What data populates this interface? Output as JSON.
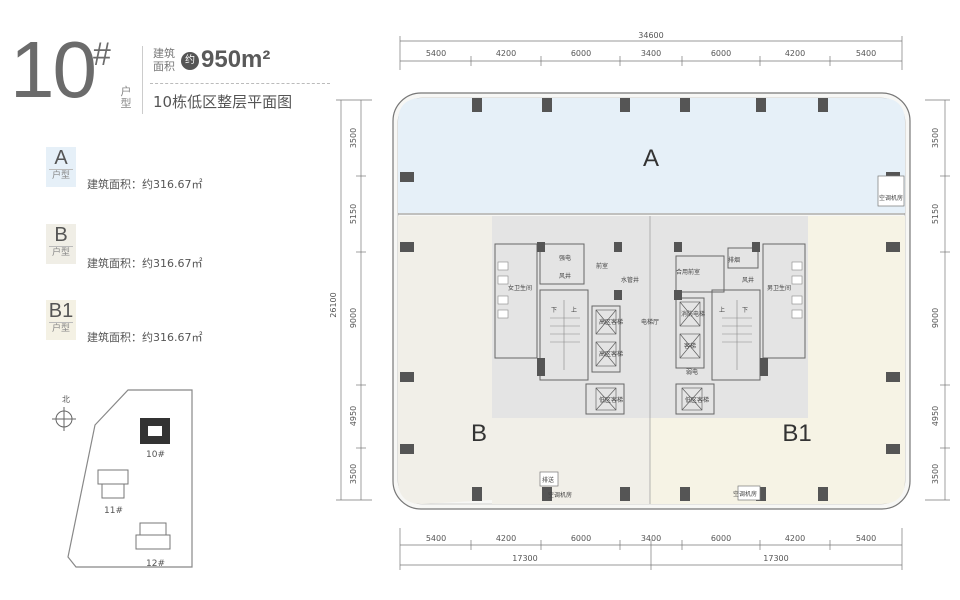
{
  "header": {
    "building_number": "10",
    "hash": "#",
    "type_label": "户型",
    "area_label": "建筑面积",
    "approx_label": "约",
    "area_value": "950m²",
    "subtitle": "10栋低区整层平面图"
  },
  "units": [
    {
      "code": "A",
      "type": "户型",
      "area_text": "建筑面积：约316.67㎡",
      "color": "#e6f0f8"
    },
    {
      "code": "B",
      "type": "户型",
      "area_text": "建筑面积：约316.67㎡",
      "color": "#f0eee6"
    },
    {
      "code": "B1",
      "type": "户型",
      "area_text": "建筑面积：约316.67㎡",
      "color": "#f4f1e4"
    }
  ],
  "site_map": {
    "north_label": "北",
    "buildings": [
      "10#",
      "11#",
      "12#"
    ]
  },
  "plan": {
    "top_total": "34600",
    "top_dims": [
      "5400",
      "4200",
      "6000",
      "3400",
      "6000",
      "4200",
      "5400"
    ],
    "bottom_dims": [
      "5400",
      "4200",
      "6000",
      "3400",
      "6000",
      "4200",
      "5400"
    ],
    "bottom_totals": [
      "17300",
      "17300"
    ],
    "left_total": "26100",
    "left_dims": [
      "3500",
      "5150",
      "9000",
      "4950",
      "3500"
    ],
    "right_dims": [
      "3500",
      "5150",
      "9000",
      "4950",
      "3500"
    ],
    "zone_labels": [
      "A",
      "B",
      "B1"
    ],
    "room_labels": {
      "female_wc": "女卫生间",
      "male_wc": "男卫生间",
      "elec_left": "强电",
      "wind_left": "风井",
      "front_left": "前室",
      "pipe_well": "水管井",
      "shared_front": "合用前室",
      "weak_elec": "排烟",
      "wind_right": "风井",
      "elevator_hall": "电梯厅",
      "fire_elevator": "消防电梯",
      "freight": "客梯",
      "hi_zone_1": "高区客梯",
      "hi_zone_2": "高区客梯",
      "low_zone_left": "低区客梯",
      "low_zone_right": "低区客梯",
      "weak_right": "弱电",
      "ac_room_right": "空调机房",
      "ac_room_bottom": "空调机房",
      "ac_room_bottom2": "空调机房",
      "exhaust": "排送",
      "stair_down": "下",
      "stair_up": "上"
    }
  }
}
